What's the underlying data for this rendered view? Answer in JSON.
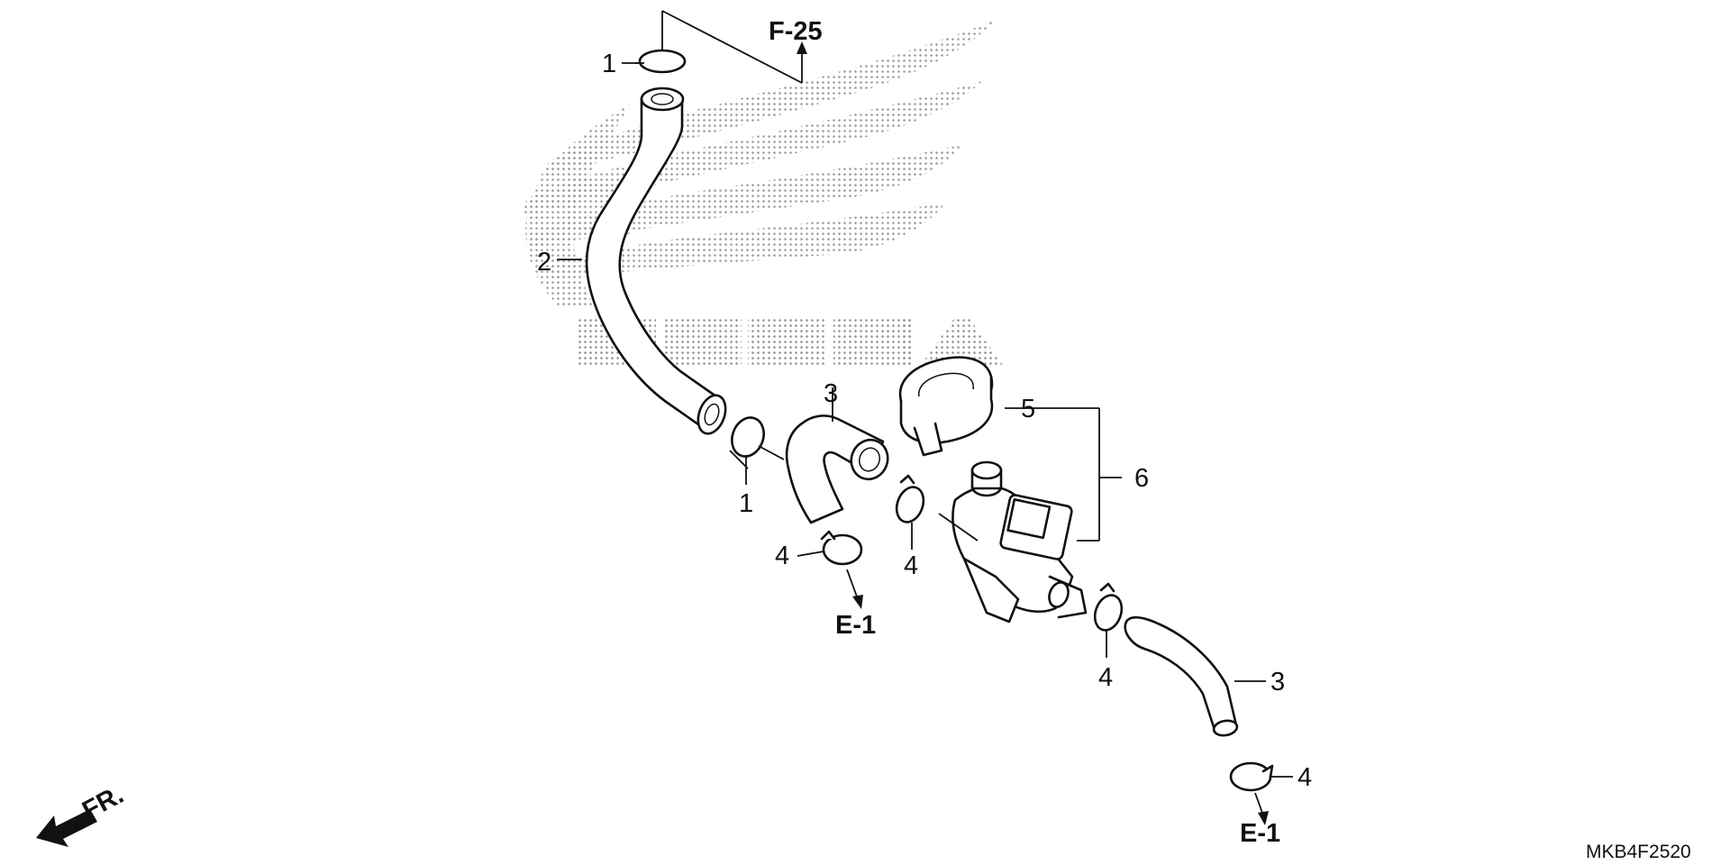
{
  "diagram": {
    "callouts": [
      "1",
      "2",
      "3",
      "1",
      "4",
      "4",
      "5",
      "6",
      "4",
      "3",
      "4"
    ],
    "references": [
      "F-25",
      "E-1",
      "E-1"
    ],
    "front_marker": "FR.",
    "drawing_code": "MKB4F2520",
    "watermark": "HONDA"
  },
  "colors": {
    "ink": "#111111",
    "paper": "#ffffff",
    "watermark_dot": "#8a8a8a"
  }
}
